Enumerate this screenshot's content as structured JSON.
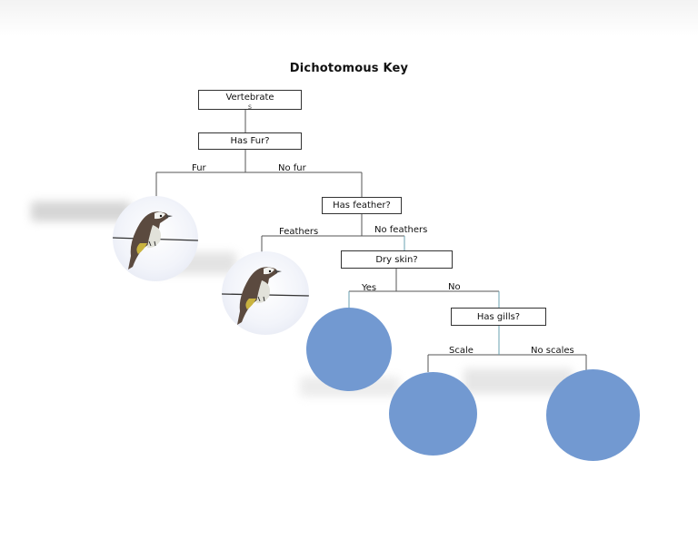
{
  "diagram": {
    "title": "Dichotomous Key",
    "nodes": {
      "root": "Vertebrate",
      "root_clipped": "s",
      "has_fur": "Has Fur?",
      "has_feather": "Has feather?",
      "dry_skin": "Dry skin?",
      "has_gills": "Has gills?"
    },
    "edges": {
      "fur": "Fur",
      "no_fur": "No fur",
      "feathers": "Feathers",
      "no_feathers": "No feathers",
      "yes": "Yes",
      "no": "No",
      "scale": "Scale",
      "no_scales": "No scales"
    },
    "images": [
      {
        "name": "bird-photo",
        "subject": "bird on wire"
      },
      {
        "name": "bird-photo",
        "subject": "bird on wire"
      }
    ],
    "colors": {
      "answer_circle": "#7299d1",
      "line": "#555555",
      "teal_line": "#6aa0b0"
    }
  }
}
